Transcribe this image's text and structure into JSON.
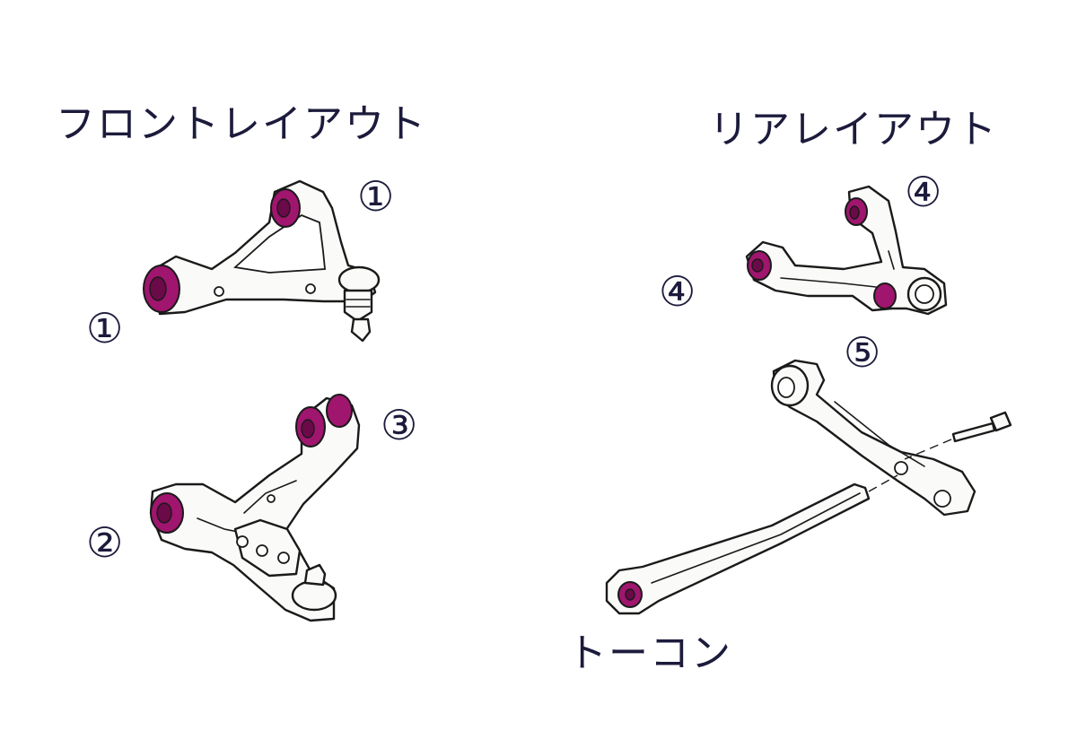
{
  "labels": {
    "front_layout": "フロントレイアウト",
    "rear_layout": "リアレイアウト",
    "toe_control": "トーコン"
  },
  "callouts": {
    "part1_upper": "①",
    "part1_lower": "①",
    "part2": "②",
    "part3": "③",
    "part4_upper": "④",
    "part4_lower": "④",
    "part5": "⑤"
  },
  "colors": {
    "bushing": "#a0156e",
    "bushing_core": "#6a0a48",
    "text": "#1c1b3c",
    "line": "#1a1a1a"
  }
}
